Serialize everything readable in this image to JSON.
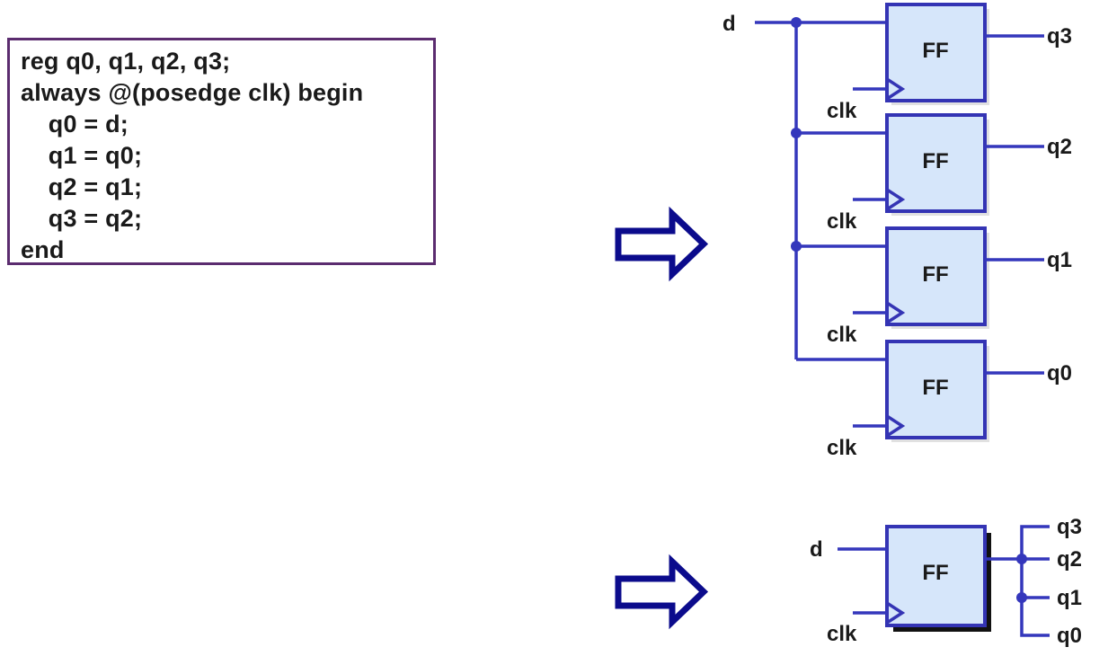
{
  "code_block": {
    "lines": [
      "reg q0, q1, q2, q3;",
      "always @(posedge clk) begin",
      "    q0 = d;",
      "    q1 = q0;",
      "    q2 = q1;",
      "    q3 = q2;",
      "end"
    ]
  },
  "upper_diagram": {
    "input_label": "d",
    "flipflops": [
      {
        "label": "FF",
        "clk_label": "clk",
        "output_label": "q3"
      },
      {
        "label": "FF",
        "clk_label": "clk",
        "output_label": "q2"
      },
      {
        "label": "FF",
        "clk_label": "clk",
        "output_label": "q1"
      },
      {
        "label": "FF",
        "clk_label": "clk",
        "output_label": "q0"
      }
    ]
  },
  "lower_diagram": {
    "input_label": "d",
    "clk_label": "clk",
    "ff_label": "FF",
    "output_labels": [
      "q3",
      "q2",
      "q1",
      "q0"
    ]
  },
  "colors": {
    "wire_blue": "#3437BC",
    "block_border": "#3434B4",
    "block_fill": "#D6E6FA",
    "arrow_navy": "#0B0B8C",
    "code_border_purple": "#5B2C6F",
    "text_black": "#1A1A1A"
  }
}
